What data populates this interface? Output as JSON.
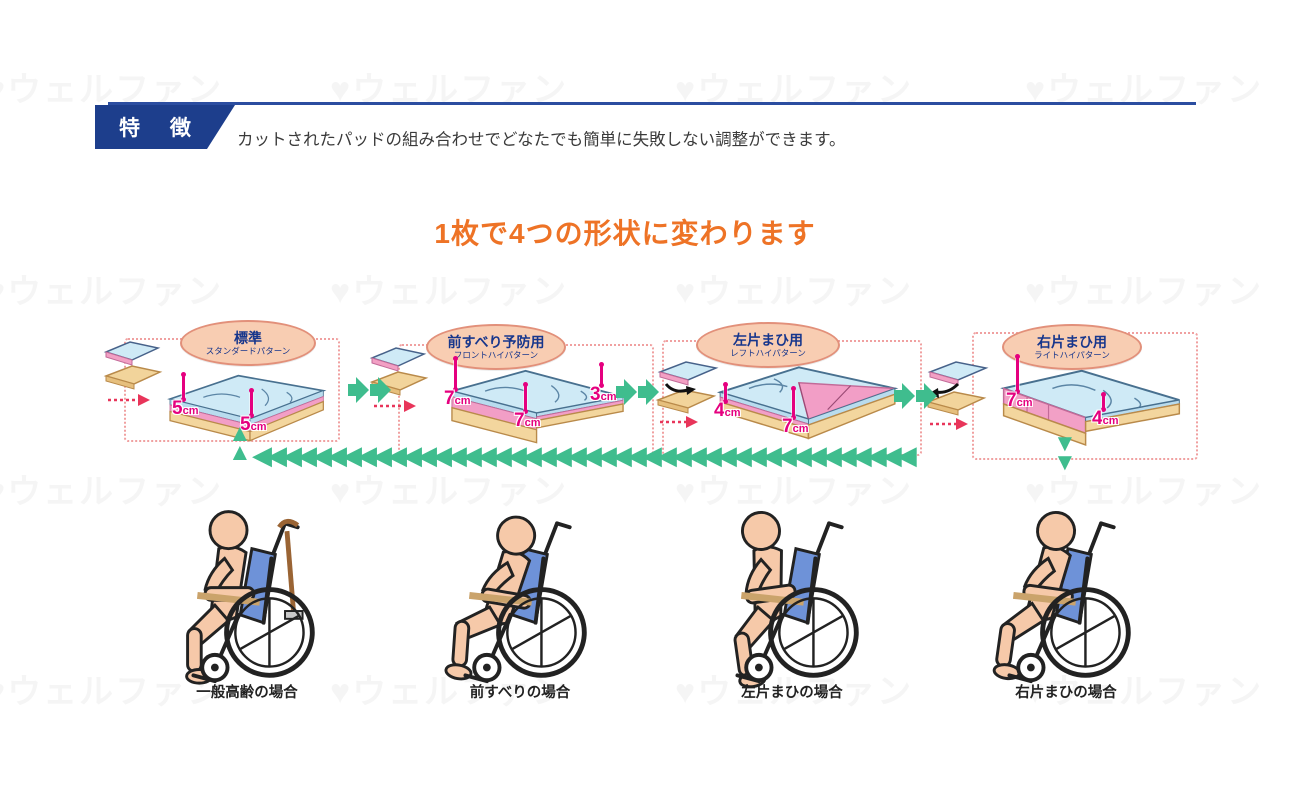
{
  "header": {
    "badge_label": "特 徴",
    "description": "カットされたパッドの組み合わせでどなたでも簡単に失敗しない調整ができます。"
  },
  "main_title": "1枚で4つの形状に変わります",
  "watermark": {
    "heart_icon": "♥",
    "text": "ウェルファン"
  },
  "diagrams": [
    {
      "title": "標準",
      "subtitle": "スタンダードパターン",
      "measurements": [
        {
          "value": "5",
          "unit": "cm"
        },
        {
          "value": "5",
          "unit": "cm"
        }
      ]
    },
    {
      "title": "前すべり予防用",
      "subtitle": "フロントハイパターン",
      "measurements": [
        {
          "value": "7",
          "unit": "cm"
        },
        {
          "value": "7",
          "unit": "cm"
        },
        {
          "value": "3",
          "unit": "cm"
        }
      ]
    },
    {
      "title": "左片まひ用",
      "subtitle": "レフトハイパターン",
      "measurements": [
        {
          "value": "4",
          "unit": "cm"
        },
        {
          "value": "7",
          "unit": "cm"
        }
      ]
    },
    {
      "title": "右片まひ用",
      "subtitle": "ライトハイパターン",
      "measurements": [
        {
          "value": "7",
          "unit": "cm"
        },
        {
          "value": "4",
          "unit": "cm"
        }
      ]
    }
  ],
  "cycle_band": {
    "glyph": "◀",
    "count": 44,
    "up_glyph": "▲",
    "down_glyph": "▼"
  },
  "cases": [
    {
      "label": "一般高齢の場合"
    },
    {
      "label": "前すべりの場合"
    },
    {
      "label": "左片まひの場合"
    },
    {
      "label": "右片まひの場合"
    }
  ],
  "colors": {
    "accent_orange": "#ee7326",
    "header_navy": "#1d3e8c",
    "rule_blue": "#2b4da0",
    "arrow_green": "#3fbd8e",
    "measure_pink": "#e5007f",
    "oval_fill": "#f8cdb2",
    "cushion_blue": "#cfeaf6",
    "cushion_pink": "#f29ec6",
    "cushion_tan": "#f3d69e"
  }
}
